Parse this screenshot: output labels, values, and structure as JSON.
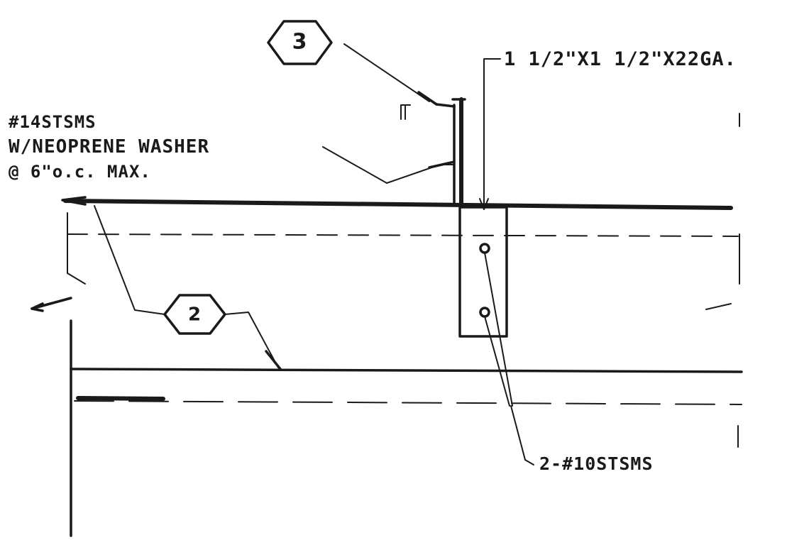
{
  "callouts": {
    "tag_top": "3",
    "tag_mid": "2",
    "angle_size": "1 1/2\"X1 1/2\"X22GA.",
    "fastener_line1": "#14STSMS",
    "fastener_line2": "W/NEOPRENE WASHER",
    "fastener_line3": "@ 6\"o.c. MAX.",
    "screws_bottom": "2-#10STSMS"
  }
}
